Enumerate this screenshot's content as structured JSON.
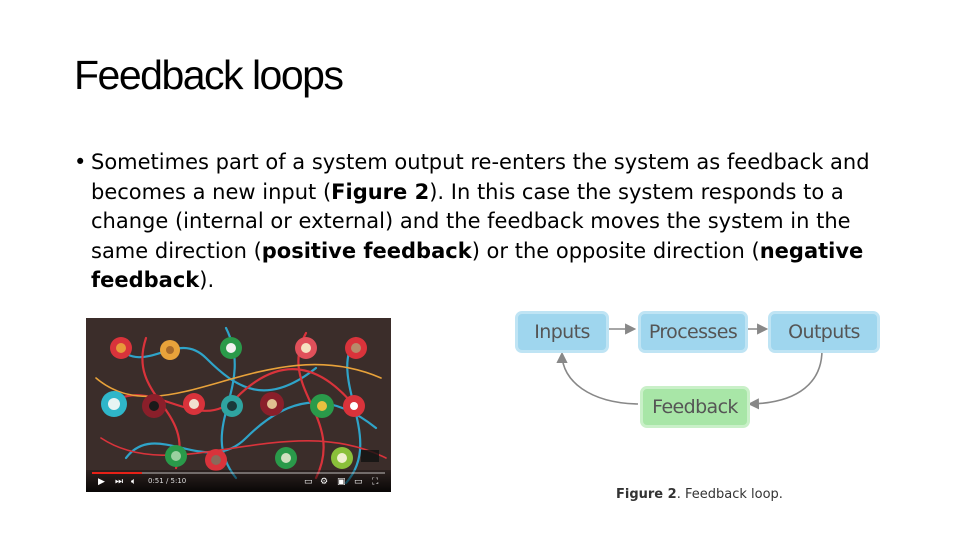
{
  "slide": {
    "title": "Feedback loops",
    "bullet": {
      "marker": "•",
      "t1": "Sometimes part of a system output re-enters the system as feedback and becomes a new input (",
      "b1": "Figure 2",
      "t2": "). In this case the system responds to a change (internal or external) and the feedback moves the system in the same direction (",
      "b2": "positive feedback",
      "t3": ") or the opposite direction (",
      "b3": "negative feedback",
      "t4": ")."
    }
  },
  "video": {
    "time": "0:51 / 5:10",
    "progress": 0.17,
    "controls": [
      "play-icon",
      "next-icon",
      "volume-icon",
      "subtitles-icon",
      "settings-icon",
      "miniplayer-icon",
      "theater-icon",
      "fullscreen-icon"
    ]
  },
  "diagram": {
    "inputs": "Inputs",
    "processes": "Processes",
    "outputs": "Outputs",
    "feedback": "Feedback",
    "colors": {
      "process_fill": "#9fd6ee",
      "feedback_fill": "#a8e6a7",
      "arrow": "#888888"
    }
  },
  "caption": {
    "label": "Figure 2",
    "text": ". Feedback loop."
  }
}
